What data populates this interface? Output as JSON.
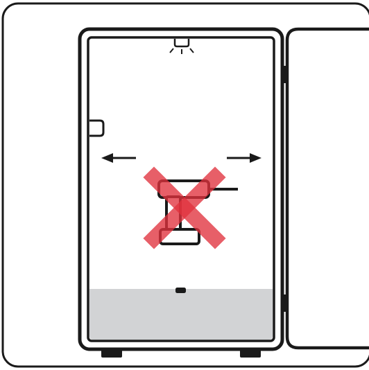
{
  "diagram": {
    "subject": "cabinet-interior-placement-instruction",
    "prohibited_item": "handheld-drill",
    "prohibition_mark": "red-cross",
    "arrows": [
      "left",
      "right"
    ],
    "colors": {
      "outline": "#1a1a1a",
      "background": "#ffffff",
      "tray": "#d2d3d5",
      "prohibition": "#e0323e",
      "prohibition_opacity": 0.78
    }
  }
}
